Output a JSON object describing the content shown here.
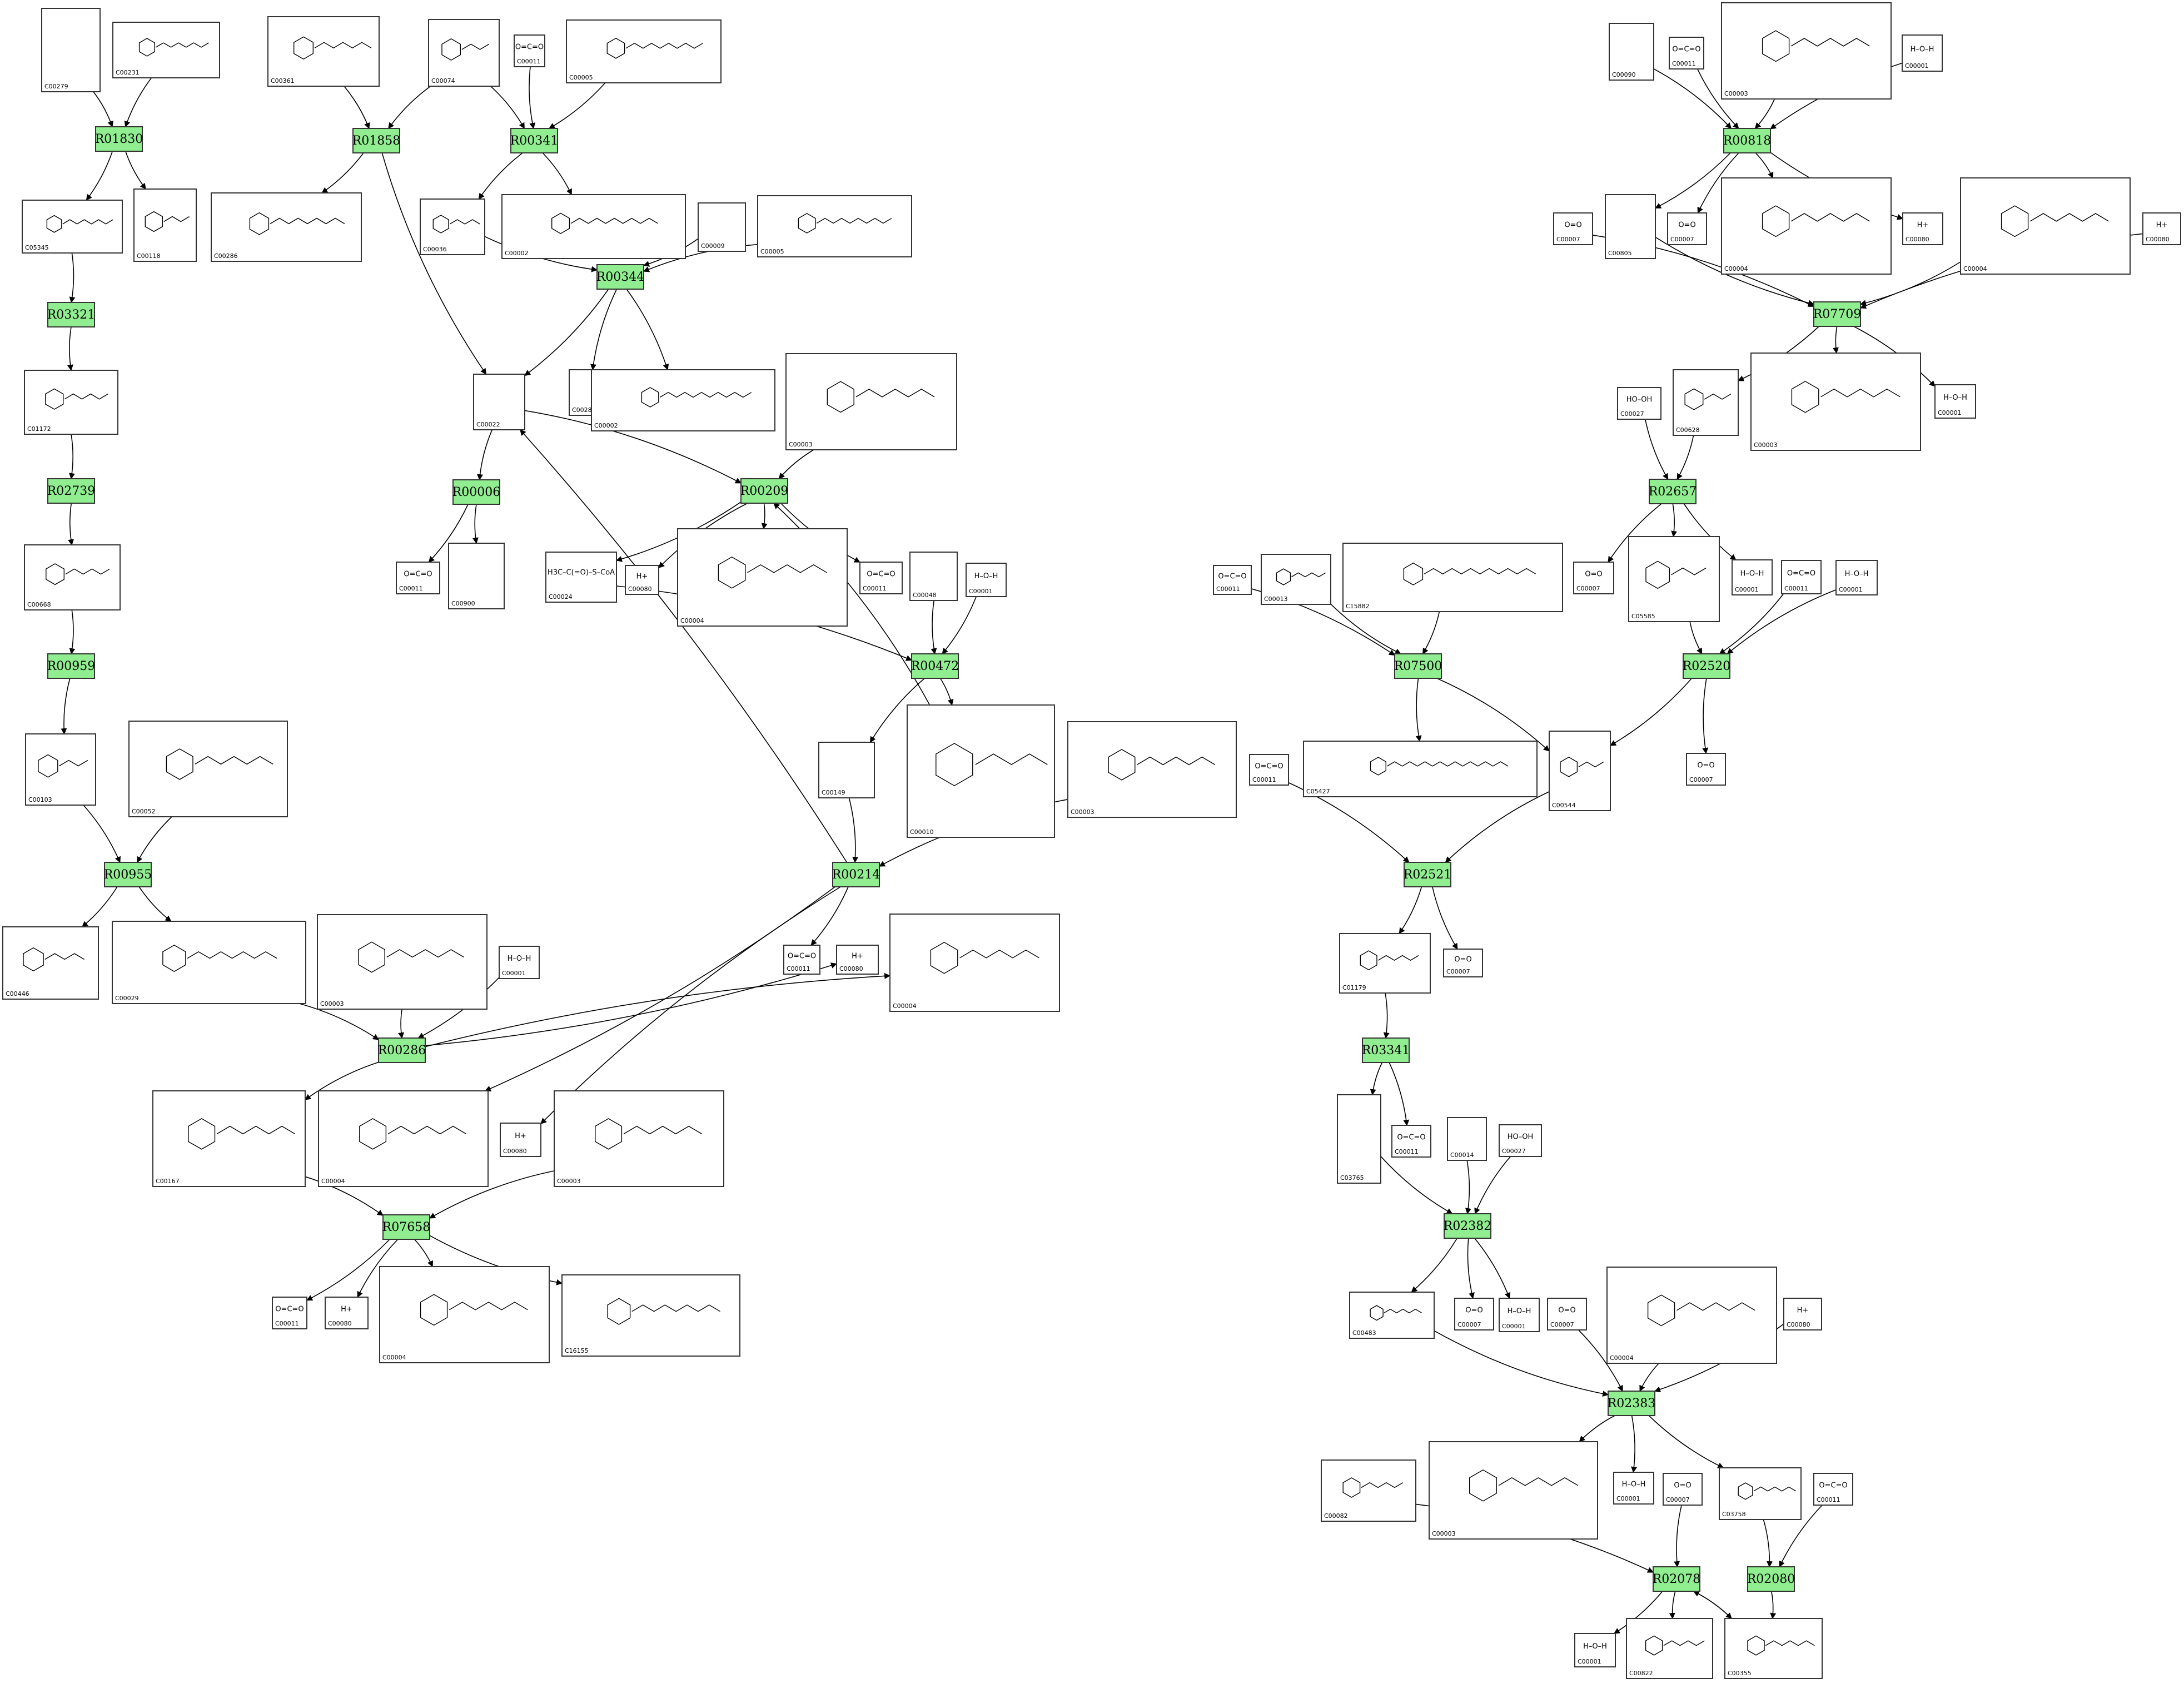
{
  "reactions": [
    "R01830",
    "R01858",
    "R00341",
    "R03321",
    "R00344",
    "R02739",
    "R00006",
    "R00209",
    "R00959",
    "R00472",
    "R00955",
    "R00214",
    "R00286",
    "R07658",
    "R00818",
    "R07709",
    "R02657",
    "R07500",
    "R02520",
    "R02521",
    "R03341",
    "R02382",
    "R02383",
    "R02078",
    "R02080"
  ],
  "compounds": {
    "C00279": {
      "label": "C00279"
    },
    "C00231": {
      "label": "C00231"
    },
    "C00361": {
      "label": "C00361"
    },
    "C00074": {
      "label": "C00074"
    },
    "C00011a": {
      "label": "C00011",
      "formula": "O=C=O"
    },
    "C00005a": {
      "label": "C00005"
    },
    "C05345": {
      "label": "C05345"
    },
    "C00118": {
      "label": "C00118"
    },
    "C00286": {
      "label": "C00286"
    },
    "C00036": {
      "label": "C00036"
    },
    "C00002a": {
      "label": "C00002"
    },
    "C00009": {
      "label": "C00009"
    },
    "C00005b": {
      "label": "C00005"
    },
    "C01172": {
      "label": "C01172"
    },
    "C00022": {
      "label": "C00022"
    },
    "C00288": {
      "label": "C00288"
    },
    "C00002b": {
      "label": "C00002"
    },
    "C00003a": {
      "label": "C00003"
    },
    "C00668": {
      "label": "C00668"
    },
    "C00011b": {
      "label": "C00011",
      "formula": "O=C=O"
    },
    "C00900": {
      "label": "C00900"
    },
    "C00024": {
      "label": "C00024",
      "formula": "H3C–C(=O)–S–CoA"
    },
    "C00080a": {
      "label": "C00080",
      "formula": "H+"
    },
    "C00004a": {
      "label": "C00004"
    },
    "C00011c": {
      "label": "C00011",
      "formula": "O=C=O"
    },
    "C00048": {
      "label": "C00048"
    },
    "C00001a": {
      "label": "C00001",
      "formula": "H–O–H"
    },
    "C00103": {
      "label": "C00103"
    },
    "C00052": {
      "label": "C00052"
    },
    "C00149": {
      "label": "C00149"
    },
    "C00010": {
      "label": "C00010"
    },
    "C00003b": {
      "label": "C00003"
    },
    "C00446": {
      "label": "C00446"
    },
    "C00029": {
      "label": "C00029"
    },
    "C00003c": {
      "label": "C00003"
    },
    "C00001b": {
      "label": "C00001",
      "formula": "H–O–H"
    },
    "C00011d": {
      "label": "C00011",
      "formula": "O=C=O"
    },
    "C00080b": {
      "label": "C00080",
      "formula": "H+"
    },
    "C00004b": {
      "label": "C00004"
    },
    "C00167": {
      "label": "C00167"
    },
    "C00004c": {
      "label": "C00004"
    },
    "C00080c": {
      "label": "C00080",
      "formula": "H+"
    },
    "C00003d": {
      "label": "C00003"
    },
    "C00011e": {
      "label": "C00011",
      "formula": "O=C=O"
    },
    "C00080d": {
      "label": "C00080",
      "formula": "H+"
    },
    "C00004d": {
      "label": "C00004"
    },
    "C16155": {
      "label": "C16155"
    },
    "C00090": {
      "label": "C00090"
    },
    "C00011f": {
      "label": "C00011",
      "formula": "O=C=O"
    },
    "C00003e": {
      "label": "C00003"
    },
    "C00001c": {
      "label": "C00001",
      "formula": "H–O–H"
    },
    "C00007a": {
      "label": "C00007",
      "formula": "O=O"
    },
    "C00805": {
      "label": "C00805"
    },
    "C00007b": {
      "label": "C00007",
      "formula": "O=O"
    },
    "C00004e": {
      "label": "C00004"
    },
    "C00080e": {
      "label": "C00080",
      "formula": "H+"
    },
    "C00004f": {
      "label": "C00004"
    },
    "C00080f": {
      "label": "C00080",
      "formula": "H+"
    },
    "C00027a": {
      "label": "C00027",
      "formula": "HO–OH"
    },
    "C00628": {
      "label": "C00628"
    },
    "C00003f": {
      "label": "C00003"
    },
    "C00001d": {
      "label": "C00001",
      "formula": "H–O–H"
    },
    "C00011g": {
      "label": "C00011",
      "formula": "O=C=O"
    },
    "C00013": {
      "label": "C00013"
    },
    "C15882": {
      "label": "C15882"
    },
    "C00007c": {
      "label": "C00007",
      "formula": "O=O"
    },
    "C05585": {
      "label": "C05585"
    },
    "C00001e": {
      "label": "C00001",
      "formula": "H–O–H"
    },
    "C00011h": {
      "label": "C00011",
      "formula": "O=C=O"
    },
    "C00001f": {
      "label": "C00001",
      "formula": "H–O–H"
    },
    "C05427": {
      "label": "C05427"
    },
    "C00544": {
      "label": "C00544"
    },
    "C00007d": {
      "label": "C00007",
      "formula": "O=O"
    },
    "C00011i": {
      "label": "C00011",
      "formula": "O=C=O"
    },
    "C01179": {
      "label": "C01179"
    },
    "C00007e": {
      "label": "C00007",
      "formula": "O=O"
    },
    "C03765": {
      "label": "C03765"
    },
    "C00011j": {
      "label": "C00011",
      "formula": "O=C=O"
    },
    "C00014": {
      "label": "C00014"
    },
    "C00027b": {
      "label": "C00027",
      "formula": "HO–OH"
    },
    "C00483": {
      "label": "C00483"
    },
    "C00007f": {
      "label": "C00007",
      "formula": "O=O"
    },
    "C00001g": {
      "label": "C00001",
      "formula": "H–O–H"
    },
    "C00007g": {
      "label": "C00007",
      "formula": "O=O"
    },
    "C00004g": {
      "label": "C00004"
    },
    "C00080g": {
      "label": "C00080",
      "formula": "H+"
    },
    "C00082": {
      "label": "C00082"
    },
    "C00003g": {
      "label": "C00003"
    },
    "C00001h": {
      "label": "C00001",
      "formula": "H–O–H"
    },
    "C00007h": {
      "label": "C00007",
      "formula": "O=O"
    },
    "C03758": {
      "label": "C03758"
    },
    "C00011k": {
      "label": "C00011",
      "formula": "O=C=O"
    },
    "C00001i": {
      "label": "C00001",
      "formula": "H–O–H"
    },
    "C00822": {
      "label": "C00822"
    },
    "C00355": {
      "label": "C00355"
    }
  },
  "edges": [
    [
      "C00279",
      "R01830"
    ],
    [
      "C00231",
      "R01830"
    ],
    [
      "R01830",
      "C05345"
    ],
    [
      "R01830",
      "C00118"
    ],
    [
      "C05345",
      "R03321"
    ],
    [
      "R03321",
      "C01172"
    ],
    [
      "C01172",
      "R02739"
    ],
    [
      "R02739",
      "C00668"
    ],
    [
      "C00668",
      "R00959"
    ],
    [
      "R00959",
      "C00103"
    ],
    [
      "C00103",
      "R00955"
    ],
    [
      "C00052",
      "R00955"
    ],
    [
      "R00955",
      "C00446"
    ],
    [
      "R00955",
      "C00029"
    ],
    [
      "C00029",
      "R00286"
    ],
    [
      "C00003c",
      "R00286"
    ],
    [
      "C00001b",
      "R00286"
    ],
    [
      "R00286",
      "C00167"
    ],
    [
      "R00286",
      "C00004b"
    ],
    [
      "R00286",
      "C00080b"
    ],
    [
      "C00167",
      "R07658"
    ],
    [
      "C00003d",
      "R07658"
    ],
    [
      "R07658",
      "C00011e"
    ],
    [
      "R07658",
      "C00080d"
    ],
    [
      "R07658",
      "C00004d"
    ],
    [
      "R07658",
      "C16155"
    ],
    [
      "C00361",
      "R01858"
    ],
    [
      "C00074",
      "R01858"
    ],
    [
      "R01858",
      "C00286"
    ],
    [
      "R01858",
      "C00022"
    ],
    [
      "C00074",
      "R00341"
    ],
    [
      "C00011a",
      "R00341"
    ],
    [
      "C00005a",
      "R00341"
    ],
    [
      "R00341",
      "C00036"
    ],
    [
      "R00341",
      "C00002a"
    ],
    [
      "C00036",
      "R00344"
    ],
    [
      "C00009",
      "R00344"
    ],
    [
      "C00005b",
      "R00344"
    ],
    [
      "R00344",
      "C00022"
    ],
    [
      "R00344",
      "C00288"
    ],
    [
      "R00344",
      "C00002b"
    ],
    [
      "C00022",
      "R00006"
    ],
    [
      "R00006",
      "C00011b"
    ],
    [
      "R00006",
      "C00900"
    ],
    [
      "C00022",
      "R00209"
    ],
    [
      "C00003a",
      "R00209"
    ],
    [
      "R00209",
      "C00024"
    ],
    [
      "R00209",
      "C00080a"
    ],
    [
      "R00209",
      "C00004a"
    ],
    [
      "R00209",
      "C00011c"
    ],
    [
      "C00024",
      "R00472"
    ],
    [
      "C00048",
      "R00472"
    ],
    [
      "C00001a",
      "R00472"
    ],
    [
      "R00472",
      "C00149"
    ],
    [
      "R00472",
      "C00010"
    ],
    [
      "C00010",
      "R00209"
    ],
    [
      "C00149",
      "R00214"
    ],
    [
      "C00003b",
      "R00214"
    ],
    [
      "R00214",
      "C00011d"
    ],
    [
      "R00214",
      "C00080c"
    ],
    [
      "R00214",
      "C00004c"
    ],
    [
      "R00214",
      "C00022"
    ],
    [
      "C00090",
      "R00818"
    ],
    [
      "C00011f",
      "R00818"
    ],
    [
      "C00003e",
      "R00818"
    ],
    [
      "C00001c",
      "R00818"
    ],
    [
      "R00818",
      "C00805"
    ],
    [
      "R00818",
      "C00007b"
    ],
    [
      "R00818",
      "C00004e"
    ],
    [
      "R00818",
      "C00080e"
    ],
    [
      "C00007a",
      "R07709"
    ],
    [
      "C00805",
      "R07709"
    ],
    [
      "C00004f",
      "R07709"
    ],
    [
      "C00080f",
      "R07709"
    ],
    [
      "R07709",
      "C00628"
    ],
    [
      "R07709",
      "C00003f"
    ],
    [
      "R07709",
      "C00001d"
    ],
    [
      "C00027a",
      "R02657"
    ],
    [
      "C00628",
      "R02657"
    ],
    [
      "R02657",
      "C00007c"
    ],
    [
      "R02657",
      "C05585"
    ],
    [
      "R02657",
      "C00001e"
    ],
    [
      "C00011g",
      "R07500"
    ],
    [
      "C00013",
      "R07500"
    ],
    [
      "C15882",
      "R07500"
    ],
    [
      "R07500",
      "C05427"
    ],
    [
      "R07500",
      "C00544"
    ],
    [
      "C05585",
      "R02520"
    ],
    [
      "C00011h",
      "R02520"
    ],
    [
      "C00001f",
      "R02520"
    ],
    [
      "R02520",
      "C00544"
    ],
    [
      "R02520",
      "C00007d"
    ],
    [
      "C00011i",
      "R02521"
    ],
    [
      "C00544",
      "R02521"
    ],
    [
      "R02521",
      "C01179"
    ],
    [
      "R02521",
      "C00007e"
    ],
    [
      "C01179",
      "R03341"
    ],
    [
      "R03341",
      "C03765"
    ],
    [
      "R03341",
      "C00011j"
    ],
    [
      "C03765",
      "R02382"
    ],
    [
      "C00014",
      "R02382"
    ],
    [
      "C00027b",
      "R02382"
    ],
    [
      "R02382",
      "C00483"
    ],
    [
      "R02382",
      "C00007f"
    ],
    [
      "R02382",
      "C00001g"
    ],
    [
      "C00483",
      "R02383"
    ],
    [
      "C00007g",
      "R02383"
    ],
    [
      "C00004g",
      "R02383"
    ],
    [
      "C00080g",
      "R02383"
    ],
    [
      "R02383",
      "C00003g"
    ],
    [
      "R02383",
      "C00001h"
    ],
    [
      "R02383",
      "C03758"
    ],
    [
      "C00082",
      "R02078"
    ],
    [
      "C00007h",
      "R02078"
    ],
    [
      "R02078",
      "C00001i"
    ],
    [
      "R02078",
      "C00822"
    ],
    [
      "R02078",
      "C00355"
    ],
    [
      "C00355",
      "R02078"
    ],
    [
      "C03758",
      "R02080"
    ],
    [
      "C00011k",
      "R02080"
    ],
    [
      "R02080",
      "C00355"
    ]
  ]
}
